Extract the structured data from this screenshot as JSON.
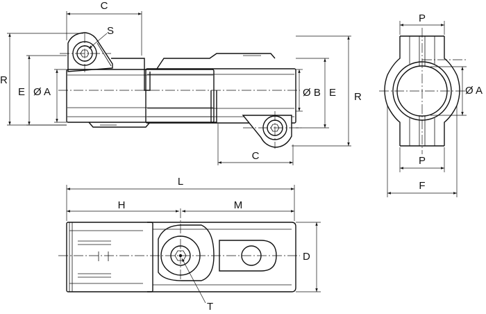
{
  "labels": {
    "C": "C",
    "S": "S",
    "R": "R",
    "E": "E",
    "dia_A": "Ø A",
    "dia_B": "Ø B",
    "P": "P",
    "F": "F",
    "L": "L",
    "H": "H",
    "M": "M",
    "D": "D",
    "T": "T"
  }
}
